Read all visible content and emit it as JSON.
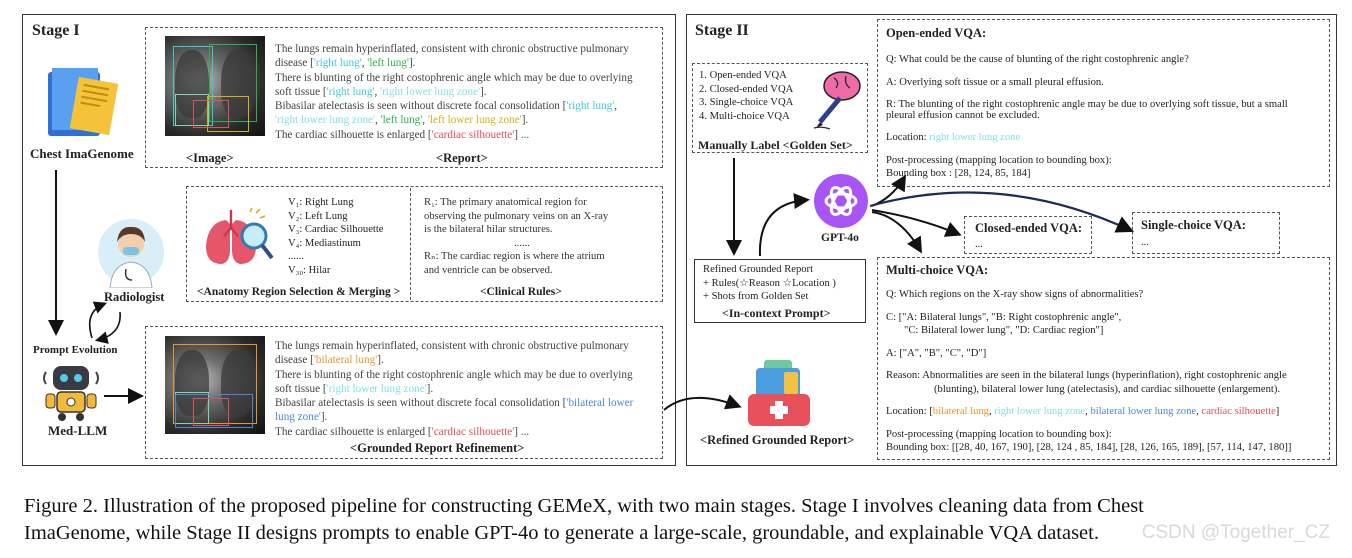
{
  "stage1": {
    "title": "Stage I",
    "chest_label": "Chest ImaGenome",
    "radiologist_label": "Radiologist",
    "prompt_evolution_label": "Prompt Evolution",
    "medllm_label": "Med-LLM",
    "image_label": "<Image>",
    "report_label": "<Report>",
    "report_lines": [
      [
        {
          "t": "The lungs remain hyperinflated, consistent with chronic obstructive pulmonary",
          "c": ""
        }
      ],
      [
        {
          "t": "disease [",
          "c": ""
        },
        {
          "t": "'right lung'",
          "c": "c-cyan"
        },
        {
          "t": ", ",
          "c": ""
        },
        {
          "t": "'left lung'",
          "c": "c-green"
        },
        {
          "t": "].",
          "c": ""
        }
      ],
      [
        {
          "t": "There is blunting of the right costophrenic angle which may be due to overlying",
          "c": ""
        }
      ],
      [
        {
          "t": "soft tissue [",
          "c": ""
        },
        {
          "t": "'right lung'",
          "c": "c-cyan"
        },
        {
          "t": ", ",
          "c": ""
        },
        {
          "t": "'right lower lung zone'",
          "c": "c-ltcyan"
        },
        {
          "t": "].",
          "c": ""
        }
      ],
      [
        {
          "t": "Bibasilar atelectasis is seen without discrete focal consolidation [",
          "c": ""
        },
        {
          "t": "'right lung'",
          "c": "c-cyan"
        },
        {
          "t": ",",
          "c": ""
        }
      ],
      [
        {
          "t": "'right lower lung zone'",
          "c": "c-ltcyan"
        },
        {
          "t": ", ",
          "c": ""
        },
        {
          "t": "'left lung'",
          "c": "c-green"
        },
        {
          "t": ", ",
          "c": ""
        },
        {
          "t": "'left lower lung zone'",
          "c": "c-yellow"
        },
        {
          "t": "].",
          "c": ""
        }
      ],
      [
        {
          "t": "The cardiac silhouette is enlarged [",
          "c": ""
        },
        {
          "t": "'cardiac silhouette'",
          "c": "c-red"
        },
        {
          "t": "] ...",
          "c": ""
        }
      ]
    ],
    "anatomy": {
      "items": [
        "V₁: Right Lung",
        "V₂: Left Lung",
        "V₃: Cardiac Silhouette",
        "V₄: Mediastinum",
        "......",
        "V₃₀: Hilar"
      ],
      "label": "<Anatomy Region Selection & Merging >"
    },
    "rules": {
      "r1_lines": [
        "R₁: The primary anatomical region for",
        "observing the pulmonary veins on an X-ray",
        "is the bilateral hilar structures."
      ],
      "dots": "......",
      "rn_lines": [
        "Rₙ: The cardiac region is where the atrium",
        "and ventricle can be observed."
      ],
      "label": "<Clinical Rules>"
    },
    "refined_lines": [
      [
        {
          "t": "The lungs remain hyperinflated, consistent with chronic obstructive pulmonary",
          "c": ""
        }
      ],
      [
        {
          "t": "disease [",
          "c": ""
        },
        {
          "t": "'bilateral lung'",
          "c": "c-orange"
        },
        {
          "t": "].",
          "c": ""
        }
      ],
      [
        {
          "t": "There is blunting of the right costophrenic angle which may be due to overlying",
          "c": ""
        }
      ],
      [
        {
          "t": "soft tissue [",
          "c": ""
        },
        {
          "t": "'right lower lung zone'",
          "c": "c-ltcyan"
        },
        {
          "t": "].",
          "c": ""
        }
      ],
      [
        {
          "t": "Bibasilar atelectasis is seen without discrete focal consolidation [",
          "c": ""
        },
        {
          "t": "'bilateral lower",
          "c": "c-blue"
        }
      ],
      [
        {
          "t": "lung zone'",
          "c": "c-blue"
        },
        {
          "t": "].",
          "c": ""
        }
      ],
      [
        {
          "t": "The cardiac silhouette is enlarged [",
          "c": ""
        },
        {
          "t": "'cardiac silhouette'",
          "c": "c-red"
        },
        {
          "t": "] ...",
          "c": ""
        }
      ]
    ],
    "refined_label": "<Grounded Report Refinement>"
  },
  "stage2": {
    "title": "Stage II",
    "golden": {
      "items": [
        "1. Open-ended VQA",
        "2. Closed-ended VQA",
        "3. Single-choice VQA",
        "4. Multi-choice VQA"
      ],
      "label": "Manually Label <Golden Set>"
    },
    "gpt_label": "GPT-4o",
    "prompt": {
      "lines": [
        "Refined Grounded Report",
        "+ Rules(☆Reason ☆Location )",
        "+ Shots from Golden Set"
      ],
      "label": "<In-context Prompt>"
    },
    "refined_report_label": "<Refined Grounded Report>",
    "closed": {
      "title": "Closed-ended VQA:",
      "body": "..."
    },
    "single": {
      "title": "Single-choice VQA:",
      "body": "..."
    },
    "open": {
      "title": "Open-ended VQA:",
      "q": "Q: What could be the cause of blunting of the right costophrenic angle?",
      "a": "A: Overlying soft tissue or a small pleural effusion.",
      "r1": "R: The blunting of the right costophrenic angle may be due to overlying soft tissue, but a small",
      "r2": "pleural effusion cannot be excluded.",
      "loc_prefix": "Location: ",
      "loc_value": "right lower lung zone",
      "pp": "Post-processing (mapping location to bounding box):",
      "bbox": "Bounding box : [28, 124, 85, 184]"
    },
    "multi": {
      "title": "Multi-choice VQA:",
      "q": "Q: Which regions on the X-ray show signs of abnormalities?",
      "c1": "C: [\"A: Bilateral lungs\", \"B: Right costophrenic angle\",",
      "c2": "\"C: Bilateral lower lung\", \"D: Cardiac region\"]",
      "a": "A: [\"A\", \"B\", \"C\", \"D\"]",
      "r1": "Reason: Abnormalities are seen in the bilateral lungs (hyperinflation), right costophrenic angle",
      "r2": "(blunting), bilateral lower lung (atelectasis), and cardiac silhouette (enlargement).",
      "loc": [
        {
          "t": "Location: [",
          "c": ""
        },
        {
          "t": "bilateral lung",
          "c": "c-orange"
        },
        {
          "t": ", ",
          "c": ""
        },
        {
          "t": "right lower lung zone",
          "c": "c-ltcyan"
        },
        {
          "t": ", ",
          "c": ""
        },
        {
          "t": "bilateral lower lung zone",
          "c": "c-blue"
        },
        {
          "t": ", ",
          "c": ""
        },
        {
          "t": "cardiac silhouette",
          "c": "c-red"
        },
        {
          "t": "]",
          "c": ""
        }
      ],
      "pp": "Post-processing (mapping location to bounding box):",
      "bbox": "Bounding box: [[28, 40, 167, 190], [28, 124 , 85, 184], [28, 126, 165, 189], [57, 114, 147, 180]]"
    }
  },
  "caption": {
    "line1": "Figure 2. Illustration of the proposed pipeline for constructing GEMeX, with two main stages. Stage I involves cleaning data from Chest",
    "line2": "ImaGenome, while Stage II designs prompts to enable GPT-4o to generate a large-scale, groundable, and explainable VQA dataset."
  },
  "watermark": "CSDN @Together_CZ",
  "colors": {
    "cyan": "#3fc7d8",
    "green": "#2bb24c",
    "yellow": "#d2b21a",
    "red": "#e0505a",
    "orange": "#e8962a",
    "blue": "#4d86d6",
    "gpt": "#a855f7"
  }
}
